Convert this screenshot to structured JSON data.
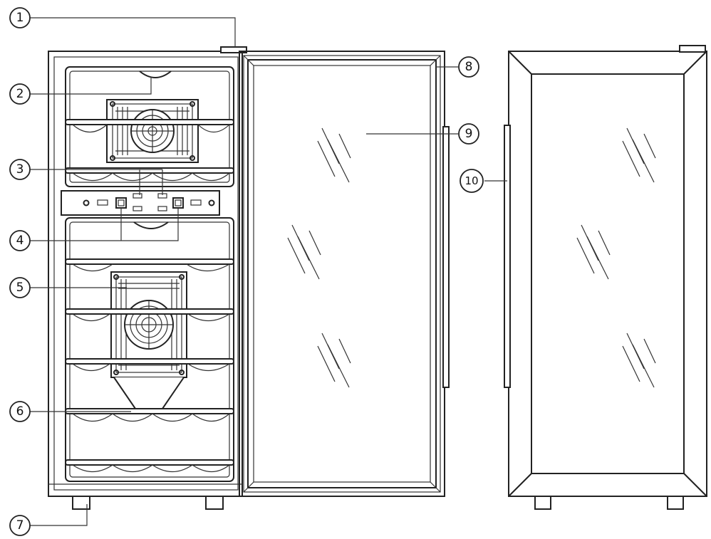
{
  "callouts": [
    {
      "id": "1",
      "label": "①"
    },
    {
      "id": "2",
      "label": "②"
    },
    {
      "id": "3",
      "label": "③"
    },
    {
      "id": "4",
      "label": "④"
    },
    {
      "id": "5",
      "label": "⑤"
    },
    {
      "id": "6",
      "label": "⑥"
    },
    {
      "id": "7",
      "label": "⑦"
    },
    {
      "id": "8",
      "label": "⑧"
    },
    {
      "id": "9",
      "label": "⑨"
    },
    {
      "id": "10",
      "label": "⑩"
    }
  ],
  "colors": {
    "line": "#222222",
    "background": "#ffffff"
  }
}
